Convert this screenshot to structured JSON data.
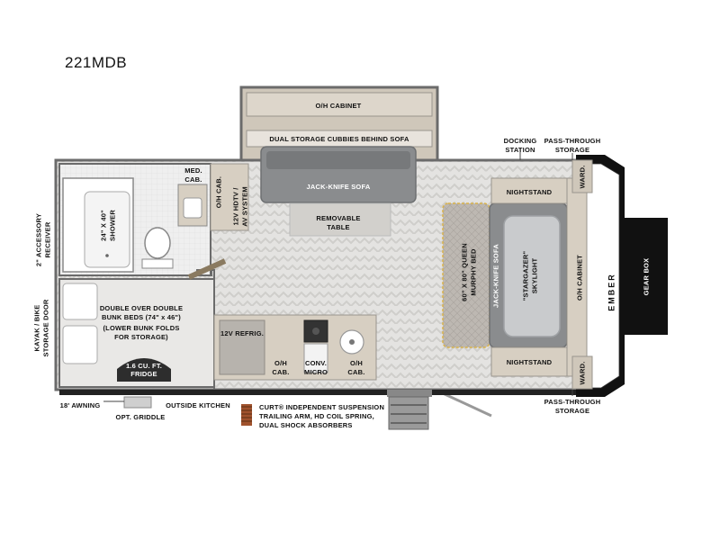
{
  "model": "221MDB",
  "brand_mark": "EMBER",
  "labels": {
    "oh_cabinet_top": "O/H CABINET",
    "dual_storage": "DUAL STORAGE CUBBIES BEHIND SOFA",
    "jackknife_sofa_top": "JACK-KNIFE SOFA",
    "removable_table_1": "REMOVABLE",
    "removable_table_2": "TABLE",
    "med_cab_1": "MED.",
    "med_cab_2": "CAB.",
    "oh_cab_left": "O/H CAB.",
    "hdtv": "12V HDTV /",
    "av_system": "AV SYSTEM",
    "shower_1": "24\" X 40\"",
    "shower_2": "SHOWER",
    "accessory_1": "2\" ACCESSORY",
    "accessory_2": "RECEIVER",
    "kayak_1": "KAYAK / BIKE",
    "kayak_2": "STORAGE DOOR",
    "bunk_1": "DOUBLE OVER DOUBLE",
    "bunk_2": "BUNK BEDS (74\" x 46\")",
    "bunk_3": "(LOWER BUNK FOLDS",
    "bunk_4": "FOR STORAGE)",
    "fridge_1": "1.6 CU. FT.",
    "fridge_2": "FRIDGE",
    "refrig_12v": "12V REFRIG.",
    "oh_cab_k1": "O/H",
    "oh_cab_k2": "CAB.",
    "conv_1": "CONV.",
    "conv_2": "MICRO",
    "oh_cab_k3": "O/H",
    "oh_cab_k4": "CAB.",
    "docking_1": "DOCKING",
    "docking_2": "STATION",
    "pass_top_1": "PASS-THROUGH",
    "pass_top_2": "STORAGE",
    "nightstand_top": "NIGHTSTAND",
    "nightstand_bottom": "NIGHTSTAND",
    "ward_top": "WARD.",
    "ward_bottom": "WARD.",
    "murphy_1": "60\" X 80\" QUEEN",
    "murphy_2": "MURPHY BED",
    "jackknife_sofa_right": "JACK-KNIFE SOFA",
    "skylight_1": "\"STARGAZER\"",
    "skylight_2": "SKYLIGHT",
    "oh_cabinet_right": "O/H CABINET",
    "gear_box": "GEAR BOX",
    "awning": "18' AWNING",
    "griddle": "OPT. GRIDDLE",
    "outside_kitchen": "OUTSIDE KITCHEN",
    "pass_bottom_1": "PASS-THROUGH",
    "pass_bottom_2": "STORAGE",
    "susp_1": "CURT® INDEPENDENT SUSPENSION",
    "susp_2": "TRAILING ARM, HD COIL SPRING,",
    "susp_3": "DUAL SHOCK ABSORBERS"
  },
  "colors": {
    "wall": "#6b6b6b",
    "floor": "#e2e1df",
    "cabinet": "#d7cfc2",
    "sofa": "#8a8c8e",
    "sofa_dark": "#6e7072",
    "bed": "#b9b4ae",
    "skylight": "#c9cbcd",
    "accent": "#d9b24a",
    "front_cap": "#111111",
    "spring": "#a0522d"
  }
}
